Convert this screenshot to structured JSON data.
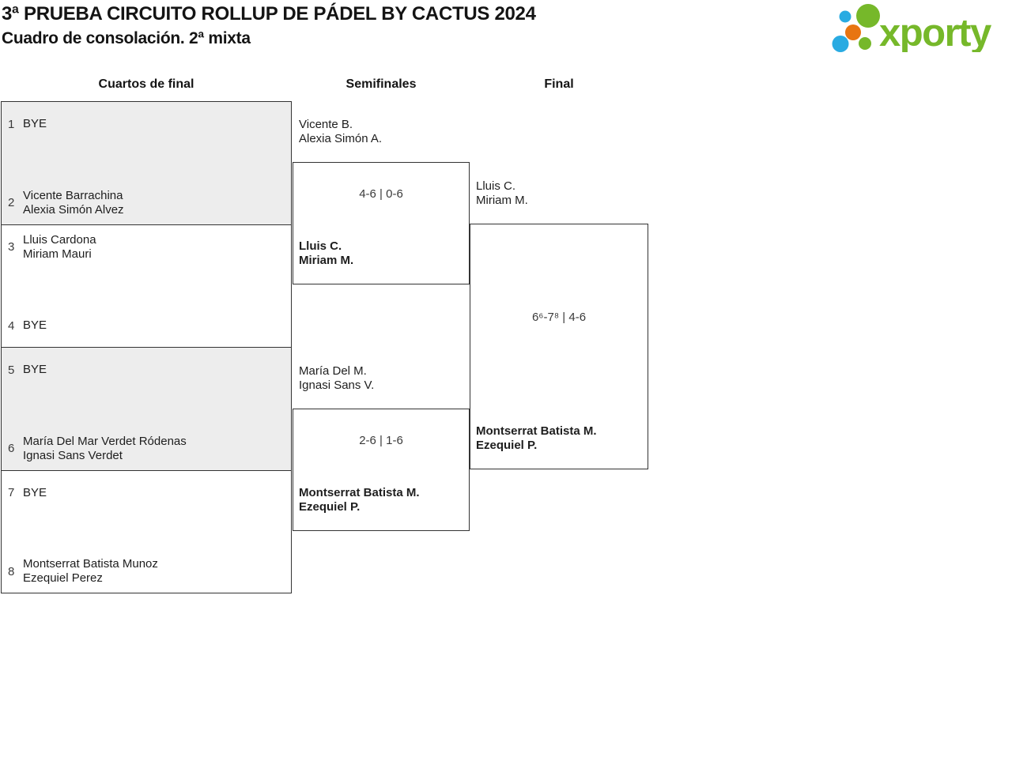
{
  "title": "3ª PRUEBA CIRCUITO ROLLUP DE PÁDEL BY CACTUS 2024",
  "subtitle": "Cuadro de consolación. 2ª mixta",
  "logo": {
    "text": "xporty",
    "colors": {
      "green": "#76b82a",
      "blue": "#29abe2",
      "orange": "#e87511"
    }
  },
  "columns": [
    "Cuartos de final",
    "Semifinales",
    "Final"
  ],
  "quarterfinals": [
    {
      "top": {
        "seed": "1",
        "lines": [
          "BYE"
        ]
      },
      "bottom": {
        "seed": "2",
        "lines": [
          "Vicente Barrachina",
          "Alexia Simón Alvez"
        ]
      }
    },
    {
      "top": {
        "seed": "3",
        "lines": [
          "Lluis Cardona",
          "Miriam Mauri"
        ]
      },
      "bottom": {
        "seed": "4",
        "lines": [
          "BYE"
        ]
      }
    },
    {
      "top": {
        "seed": "5",
        "lines": [
          "BYE"
        ]
      },
      "bottom": {
        "seed": "6",
        "lines": [
          "María Del Mar Verdet Ródenas",
          "Ignasi Sans Verdet"
        ]
      }
    },
    {
      "top": {
        "seed": "7",
        "lines": [
          "BYE"
        ]
      },
      "bottom": {
        "seed": "8",
        "lines": [
          "Montserrat Batista Munoz",
          "Ezequiel Perez"
        ]
      }
    }
  ],
  "semifinals": [
    {
      "score": "4-6 | 0-6",
      "top": {
        "lines": [
          "Vicente B.",
          "Alexia Simón A."
        ],
        "winner": false
      },
      "bottom": {
        "lines": [
          "Lluis C.",
          "Miriam M."
        ],
        "winner": true
      }
    },
    {
      "score": "2-6 | 1-6",
      "top": {
        "lines": [
          "María Del M.",
          "Ignasi Sans V."
        ],
        "winner": false
      },
      "bottom": {
        "lines": [
          "Montserrat Batista M.",
          "Ezequiel P."
        ],
        "winner": true
      }
    }
  ],
  "final": {
    "score": "6⁶-7⁸ | 4-6",
    "top": {
      "lines": [
        "Lluis C.",
        "Miriam M."
      ],
      "winner": false
    },
    "bottom": {
      "lines": [
        "Montserrat Batista M.",
        "Ezequiel P."
      ],
      "winner": true
    }
  }
}
